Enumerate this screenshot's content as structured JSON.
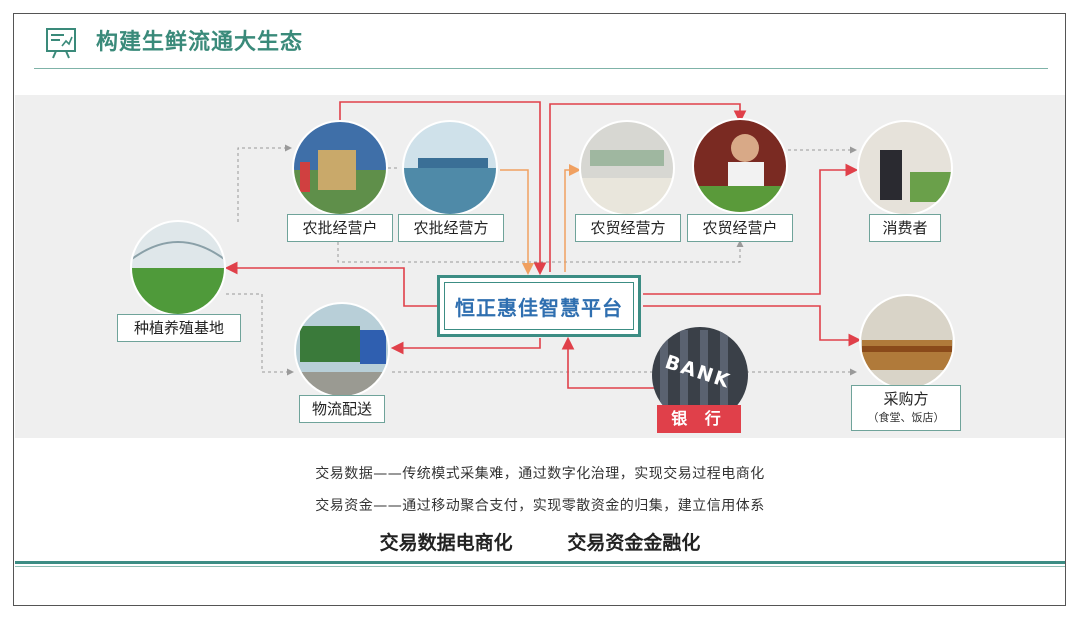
{
  "header": {
    "title": "构建生鲜流通大生态"
  },
  "nodes": {
    "wholesale_household": "农批经营户",
    "wholesale_operator": "农批经营方",
    "market_operator": "农贸经营方",
    "market_household": "农贸经营户",
    "consumer": "消费者",
    "planting_base": "种植养殖基地",
    "logistics": "物流配送",
    "purchaser": "采购方",
    "purchaser_sub": "（食堂、饭店）",
    "platform": "恒正惠佳智慧平台",
    "bank": "银 行",
    "bank_sign": "BANK"
  },
  "description": {
    "line1": "交易数据——传统模式采集难，通过数字化治理，实现交易过程电商化",
    "line2": "交易资金——通过移动聚合支付，实现零散资金的归集，建立信用体系"
  },
  "summary": {
    "left": "交易数据电商化",
    "right": "交易资金金融化"
  },
  "colors": {
    "accent": "#3a8a7a",
    "platform_text": "#2f6fb0",
    "arrow_red": "#e0404a",
    "arrow_orange": "#f0a060",
    "dashed_gray": "#9a9a9a"
  }
}
